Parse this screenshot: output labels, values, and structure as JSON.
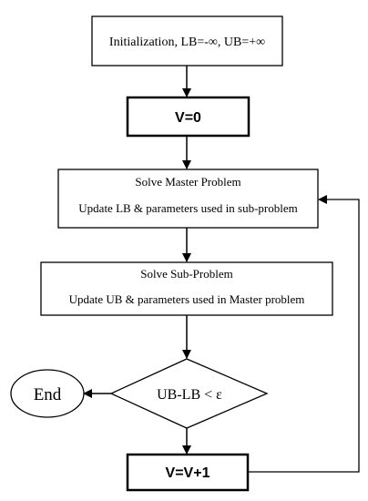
{
  "flowchart": {
    "init": "Initialization, LB=-∞, UB=+∞",
    "v_zero": "V=0",
    "master": {
      "line1": "Solve Master Problem",
      "line2": "Update LB & parameters used in sub-problem"
    },
    "sub": {
      "line1": "Solve Sub-Problem",
      "line2": "Update UB & parameters used in Master problem"
    },
    "decision": "UB-LB < ε",
    "end": "End",
    "increment": "V=V+1"
  }
}
